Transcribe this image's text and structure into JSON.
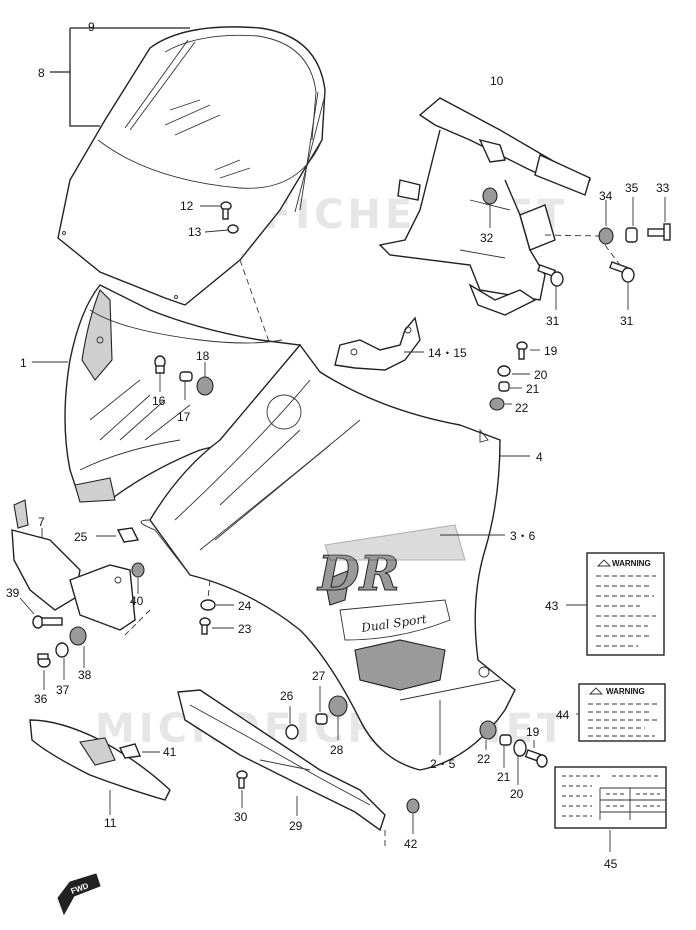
{
  "watermark": "MICROFICHES.NET",
  "windscreen_bracket_text": {
    "label_main": "9",
    "label_sub": "8"
  },
  "parts": [
    {
      "id": "p1",
      "num": "1"
    },
    {
      "id": "p2-5",
      "num": "2・5"
    },
    {
      "id": "p3-6",
      "num": "3・6"
    },
    {
      "id": "p4",
      "num": "4"
    },
    {
      "id": "p7",
      "num": "7"
    },
    {
      "id": "p8",
      "num": "8"
    },
    {
      "id": "p9",
      "num": "9"
    },
    {
      "id": "p10",
      "num": "10"
    },
    {
      "id": "p11",
      "num": "11"
    },
    {
      "id": "p12",
      "num": "12"
    },
    {
      "id": "p13",
      "num": "13"
    },
    {
      "id": "p14-15",
      "num": "14・15"
    },
    {
      "id": "p16",
      "num": "16"
    },
    {
      "id": "p17",
      "num": "17"
    },
    {
      "id": "p18",
      "num": "18"
    },
    {
      "id": "p19a",
      "num": "19"
    },
    {
      "id": "p19b",
      "num": "19"
    },
    {
      "id": "p20a",
      "num": "20"
    },
    {
      "id": "p20b",
      "num": "20"
    },
    {
      "id": "p21a",
      "num": "21"
    },
    {
      "id": "p21b",
      "num": "21"
    },
    {
      "id": "p22a",
      "num": "22"
    },
    {
      "id": "p22b",
      "num": "22"
    },
    {
      "id": "p23",
      "num": "23"
    },
    {
      "id": "p24",
      "num": "24"
    },
    {
      "id": "p25",
      "num": "25"
    },
    {
      "id": "p26",
      "num": "26"
    },
    {
      "id": "p27",
      "num": "27"
    },
    {
      "id": "p28",
      "num": "28"
    },
    {
      "id": "p29",
      "num": "29"
    },
    {
      "id": "p30",
      "num": "30"
    },
    {
      "id": "p31a",
      "num": "31"
    },
    {
      "id": "p31b",
      "num": "31"
    },
    {
      "id": "p32",
      "num": "32"
    },
    {
      "id": "p33",
      "num": "33"
    },
    {
      "id": "p34",
      "num": "34"
    },
    {
      "id": "p35",
      "num": "35"
    },
    {
      "id": "p36",
      "num": "36"
    },
    {
      "id": "p37",
      "num": "37"
    },
    {
      "id": "p38",
      "num": "38"
    },
    {
      "id": "p39",
      "num": "39"
    },
    {
      "id": "p40",
      "num": "40"
    },
    {
      "id": "p41",
      "num": "41"
    },
    {
      "id": "p42",
      "num": "42"
    },
    {
      "id": "p43",
      "num": "43"
    },
    {
      "id": "p44",
      "num": "44"
    },
    {
      "id": "p45",
      "num": "45"
    }
  ],
  "decals": {
    "dr": "DR",
    "dual_sport": "Dual Sport"
  },
  "labels": {
    "warning_43": "WARNING",
    "warning_44": "WARNING"
  },
  "fwd": "FWD"
}
